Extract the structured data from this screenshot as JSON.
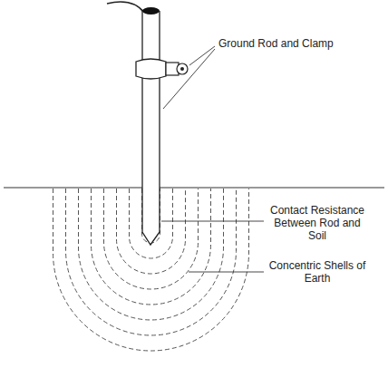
{
  "diagram": {
    "labels": [
      "Ground Rod and Clamp",
      "Contact Resistance Between Rod and Soil",
      "Concentric Shells of Earth"
    ]
  }
}
